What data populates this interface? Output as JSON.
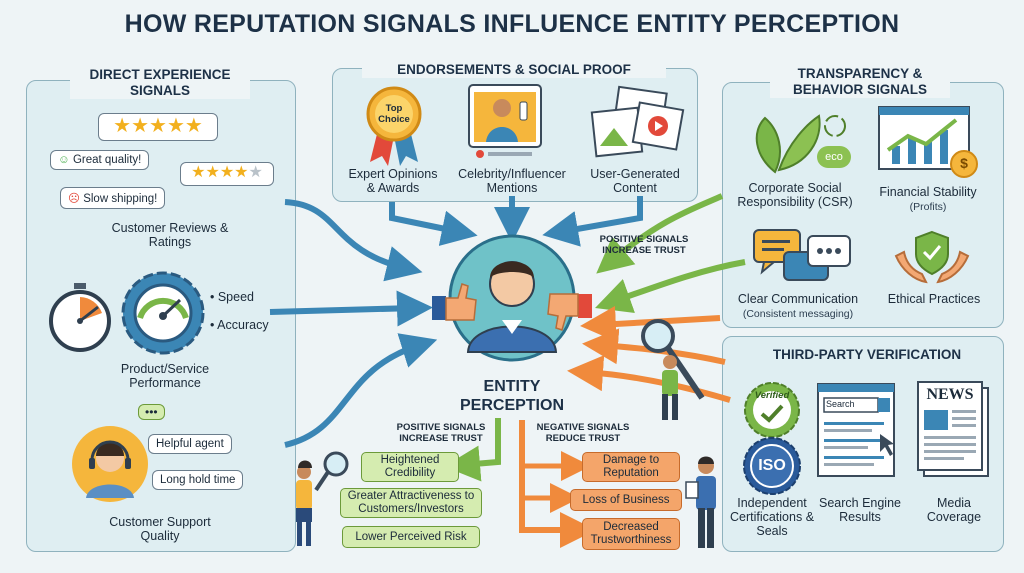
{
  "title": "HOW REPUTATION SIGNALS INFLUENCE ENTITY PERCEPTION",
  "direct": {
    "title": "DIRECT EXPERIENCE SIGNALS",
    "bubble_good": "Great quality!",
    "bubble_bad": "Slow shipping!",
    "reviews_label": "Customer Reviews & Ratings",
    "perf_bullets": [
      "• Speed",
      "• Accuracy"
    ],
    "perf_label": "Product/Service Performance",
    "support_bubbles": [
      "Helpful agent",
      "Long hold time"
    ],
    "support_label": "Customer Support Quality"
  },
  "endorse": {
    "title": "ENDORSEMENTS & SOCIAL PROOF",
    "badge": "Top Choice",
    "items": [
      "Expert Opinions & Awards",
      "Celebrity/Influencer Mentions",
      "User-Generated Content"
    ]
  },
  "transparency": {
    "title": "TRANSPARENCY & BEHAVIOR SIGNALS",
    "csr": "Corporate Social Responsibility (CSR)",
    "eco": "eco",
    "financial": "Financial Stability",
    "financial_sub": "(Profits)",
    "communication": "Clear Communication",
    "communication_sub": "(Consistent messaging)",
    "ethical": "Ethical Practices"
  },
  "thirdparty": {
    "title": "THIRD-PARTY VERIFICATION",
    "verified": "Verified",
    "iso": "ISO",
    "search": "Search",
    "news": "NEWS",
    "items": [
      "Independent Certifications & Seals",
      "Search Engine Results",
      "Media Coverage"
    ]
  },
  "center": {
    "label": "ENTITY PERCEPTION",
    "pos_top": "POSITIVE SIGNALS INCREASE TRUST",
    "pos_bottom": "POSITIVE SIGNALS INCREASE TRUST",
    "neg": "NEGATIVE SIGNALS REDUCE TRUST"
  },
  "outcomes": {
    "positive": [
      "Heightened Credibility",
      "Greater Attractiveness to Customers/Investors",
      "Lower Perceived Risk"
    ],
    "negative": [
      "Damage to Reputation",
      "Loss of Business",
      "Decreased Trustworthiness"
    ]
  },
  "colors": {
    "blue_arrow": "#3b86b5",
    "green_arrow": "#7ab648",
    "orange_arrow": "#f08a3c",
    "panel": "#dfeef2"
  }
}
